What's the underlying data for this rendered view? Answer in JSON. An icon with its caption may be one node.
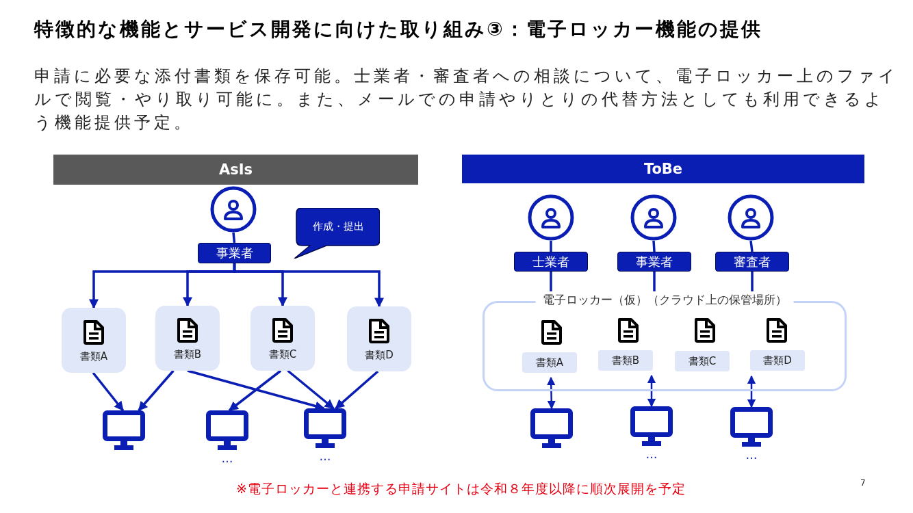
{
  "diagram": {
    "title": "特徴的な機能とサービス開発に向けた取り組み③：電子ロッカー機能の提供",
    "nodes": [
      {
        "text": [
          "AsIs"
        ]
      },
      {
        "text": [
          "ToBe"
        ]
      },
      {
        "text": [],
        "shape": "person"
      },
      {
        "text": [
          "事業者"
        ]
      },
      {
        "text": [
          "作成・提出"
        ]
      },
      {
        "text": [
          "書類A"
        ]
      },
      {
        "text": [
          "書類B"
        ]
      },
      {
        "text": [
          "書類C"
        ]
      },
      {
        "text": [
          "書類D"
        ]
      },
      {
        "text": [],
        "shape": "monitor"
      },
      {
        "text": [],
        "shape": "monitor",
        "beside": [
          "…"
        ]
      },
      {
        "text": [],
        "shape": "monitor",
        "beside": [
          "…"
        ]
      },
      {
        "text": [],
        "shape": "person"
      },
      {
        "text": [],
        "shape": "person"
      },
      {
        "text": [],
        "shape": "person"
      },
      {
        "text": [
          "士業者"
        ]
      },
      {
        "text": [
          "事業者"
        ]
      },
      {
        "text": [
          "審査者"
        ]
      },
      {
        "text": [
          "電子ロッカー（仮）（クラウド上の保管場所）"
        ]
      },
      {
        "text": [
          "書類A"
        ],
        "in": 18
      },
      {
        "text": [
          "書類B"
        ],
        "in": 18
      },
      {
        "text": [
          "書類C"
        ],
        "in": 18
      },
      {
        "text": [
          "書類D"
        ],
        "in": 18
      },
      {
        "text": [],
        "shape": "monitor"
      },
      {
        "text": [],
        "shape": "monitor",
        "beside": [
          "…"
        ]
      },
      {
        "text": [],
        "shape": "monitor",
        "beside": [
          "…"
        ]
      }
    ],
    "edges": [
      {
        "from": 2,
        "to": 3,
        "arrow": "none"
      },
      {
        "from": 3,
        "to": 5,
        "arrow": "to"
      },
      {
        "from": 3,
        "to": 6,
        "arrow": "to"
      },
      {
        "from": 3,
        "to": 7,
        "arrow": "to"
      },
      {
        "from": 3,
        "to": 8,
        "arrow": "to"
      },
      {
        "from": 5,
        "to": 9,
        "arrow": "to"
      },
      {
        "from": 6,
        "to": 9,
        "arrow": "to"
      },
      {
        "from": 6,
        "to": 11,
        "arrow": "to"
      },
      {
        "from": 7,
        "to": 10,
        "arrow": "to"
      },
      {
        "from": 7,
        "to": 11,
        "arrow": "to"
      },
      {
        "from": 8,
        "to": 11,
        "arrow": "to"
      },
      {
        "from": 12,
        "to": 15,
        "arrow": "none"
      },
      {
        "from": 13,
        "to": 16,
        "arrow": "none"
      },
      {
        "from": 14,
        "to": 17,
        "arrow": "none"
      },
      {
        "from": 15,
        "to": 18,
        "arrow": "none"
      },
      {
        "from": 16,
        "to": 18,
        "arrow": "none"
      },
      {
        "from": 17,
        "to": 18,
        "arrow": "none"
      },
      {
        "from": 18,
        "to": 23,
        "arrow": "both"
      },
      {
        "from": 18,
        "to": 24,
        "arrow": "both"
      },
      {
        "from": 18,
        "to": 25,
        "arrow": "both"
      }
    ],
    "labels": [
      "申請に必要な添付書類を保存可能。士業者・審査者への相談について、電子ロッカー上のファイルで閲覧・やり取り可能に。また、メールでの申請やりとりの代替方法としても利用できるよう機能提供予定。",
      "※電子ロッカーと連携する申請サイトは令和８年度以降に順次展開を予定",
      "7"
    ]
  }
}
